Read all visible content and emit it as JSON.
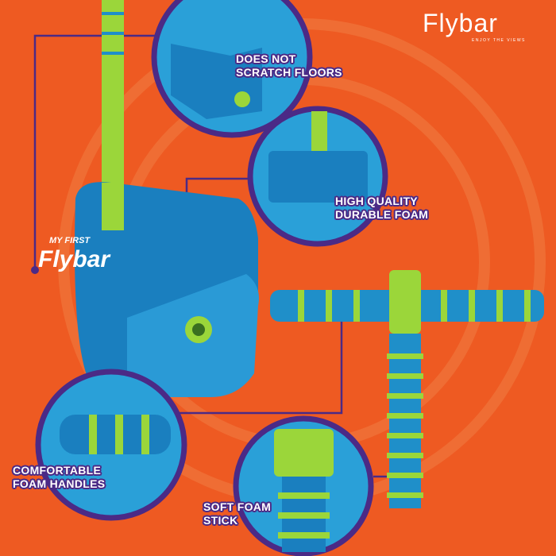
{
  "logo": {
    "name": "Flybar",
    "tagline": "ENJOY THE VIEWS"
  },
  "product_brand": {
    "prefix": "MY FIRST",
    "name": "Flybar"
  },
  "labels": {
    "floors": [
      "DOES NOT",
      "SCRATCH FLOORS"
    ],
    "foam": [
      "HIGH QUALITY",
      "DURABLE FOAM"
    ],
    "handles": [
      "COMFORTABLE",
      "FOAM HANDLES"
    ],
    "stick": [
      "SOFT FOAM",
      "STICK"
    ]
  },
  "colors": {
    "background": "#ee5a22",
    "blue": "#1f8fc9",
    "green": "#9bd63a",
    "purple": "#4b2a86"
  }
}
